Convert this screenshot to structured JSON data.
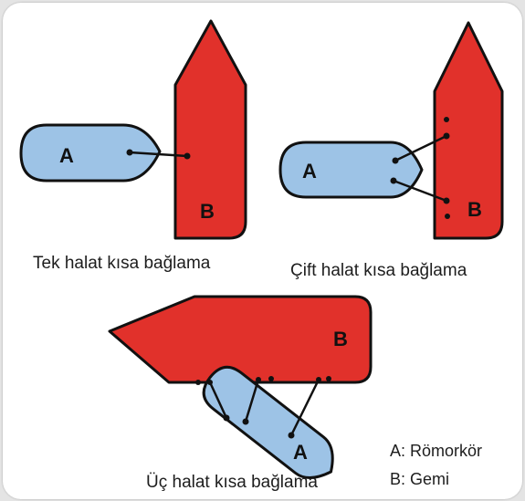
{
  "captions": {
    "single": "Tek halat kısa bağlama",
    "double": "Çift halat kısa bağlama",
    "triple": "Üç halat kısa bağlama"
  },
  "labels": {
    "tug": "A",
    "ship": "B"
  },
  "legend": {
    "tug": "A: Römorkör",
    "ship": "B: Gemi"
  },
  "colors": {
    "ship_fill": "#e1312b",
    "tug_fill": "#9dc3e6",
    "outline": "#111111",
    "background": "#ffffff"
  }
}
